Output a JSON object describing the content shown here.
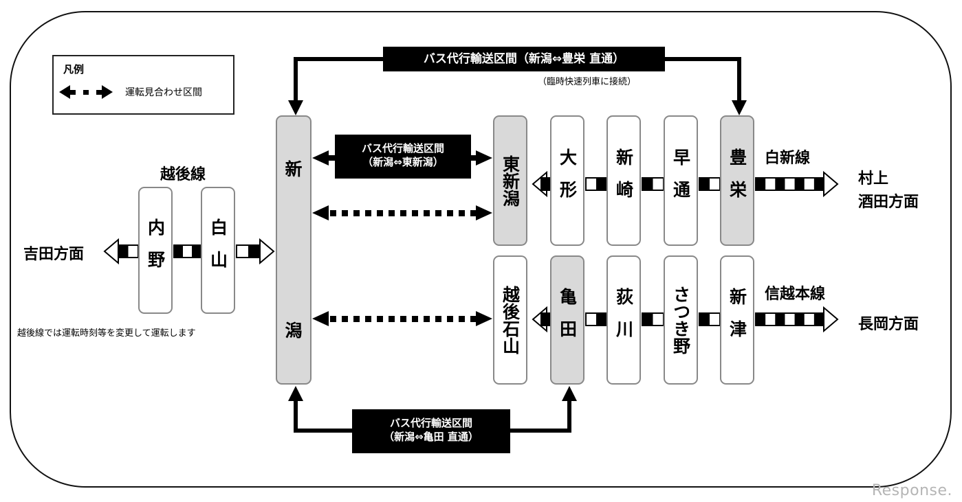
{
  "legend": {
    "title": "凡例",
    "dotted_arrow_label": "運転見合わせ区間"
  },
  "bus_routes": {
    "top": {
      "label": "バス代行輸送区間（新潟⇔豊栄 直通）",
      "note": "（臨時快速列車に接続）"
    },
    "middle": {
      "line1": "バス代行輸送区間",
      "line2": "（新潟⇔東新潟）"
    },
    "bottom": {
      "line1": "バス代行輸送区間",
      "line2": "（新潟⇔亀田 直通）"
    }
  },
  "lines": {
    "echigo": {
      "name": "越後線",
      "direction": "吉田方面",
      "note": "越後線では運転時刻等を変更して運転します",
      "stations": [
        {
          "name": "内野",
          "hub": false
        },
        {
          "name": "白山",
          "hub": false
        }
      ]
    },
    "hakushin": {
      "name": "白新線",
      "direction_line1": "村上",
      "direction_line2": "酒田方面",
      "stations": [
        {
          "name": "東新潟",
          "hub": true
        },
        {
          "name": "大形",
          "hub": false
        },
        {
          "name": "新崎",
          "hub": false
        },
        {
          "name": "早通",
          "hub": false
        },
        {
          "name": "豊栄",
          "hub": true
        }
      ]
    },
    "shinetsu": {
      "name": "信越本線",
      "direction": "長岡方面",
      "stations": [
        {
          "name": "越後石山",
          "hub": false
        },
        {
          "name": "亀田",
          "hub": true
        },
        {
          "name": "荻川",
          "hub": false
        },
        {
          "name": "さつき野",
          "hub": false
        },
        {
          "name": "新津",
          "hub": false
        }
      ]
    }
  },
  "central_station": {
    "name": "新潟"
  },
  "watermark": "Response."
}
